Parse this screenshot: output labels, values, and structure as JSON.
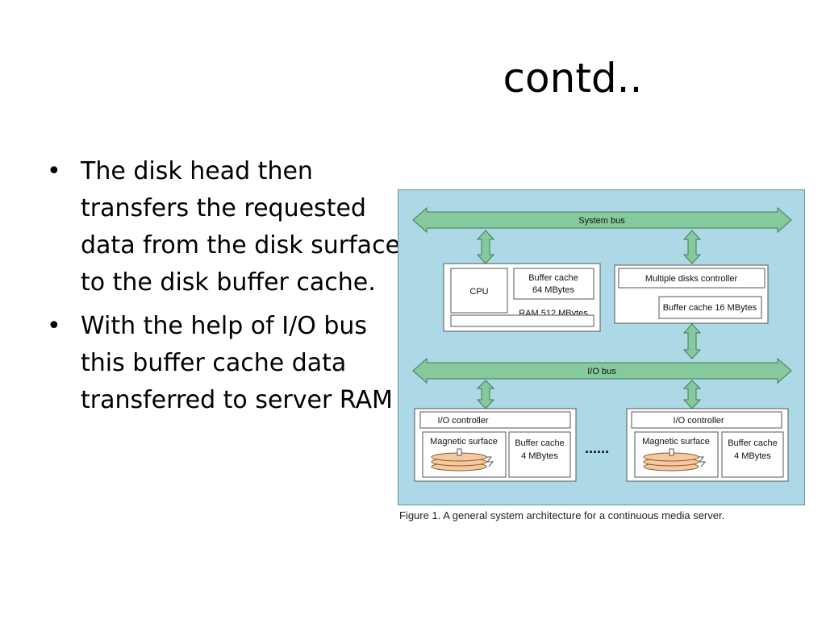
{
  "slide": {
    "title": "contd..",
    "bullets": [
      "The disk head then transfers the requested data from the disk surface to the disk buffer cache.",
      "With the help of I/O bus this buffer cache data transferred to server RAM"
    ]
  },
  "figure": {
    "system_bus": "System bus",
    "io_bus": "I/O bus",
    "cpu": "CPU",
    "buffer_cache_line1": "Buffer cache",
    "buffer_cache_line2": "64 MBytes",
    "ram": "RAM 512 MBytes",
    "disks_controller": "Multiple disks controller",
    "disks_buffer_cache": "Buffer cache 16 MBytes",
    "io_controller_left": "I/O controller",
    "io_controller_right": "I/O controller",
    "magnetic_surface_left": "Magnetic surface",
    "magnetic_surface_right": "Magnetic surface",
    "disk_cache_left_line1": "Buffer cache",
    "disk_cache_left_line2": "4 MBytes",
    "disk_cache_right_line1": "Buffer cache",
    "disk_cache_right_line2": "4 MBytes",
    "ellipsis": "......",
    "caption": "Figure 1. A general system architecture for a continuous media server.",
    "colors": {
      "background": "#add8e6",
      "bus": "#86c99c",
      "box": "#ffffff"
    }
  }
}
